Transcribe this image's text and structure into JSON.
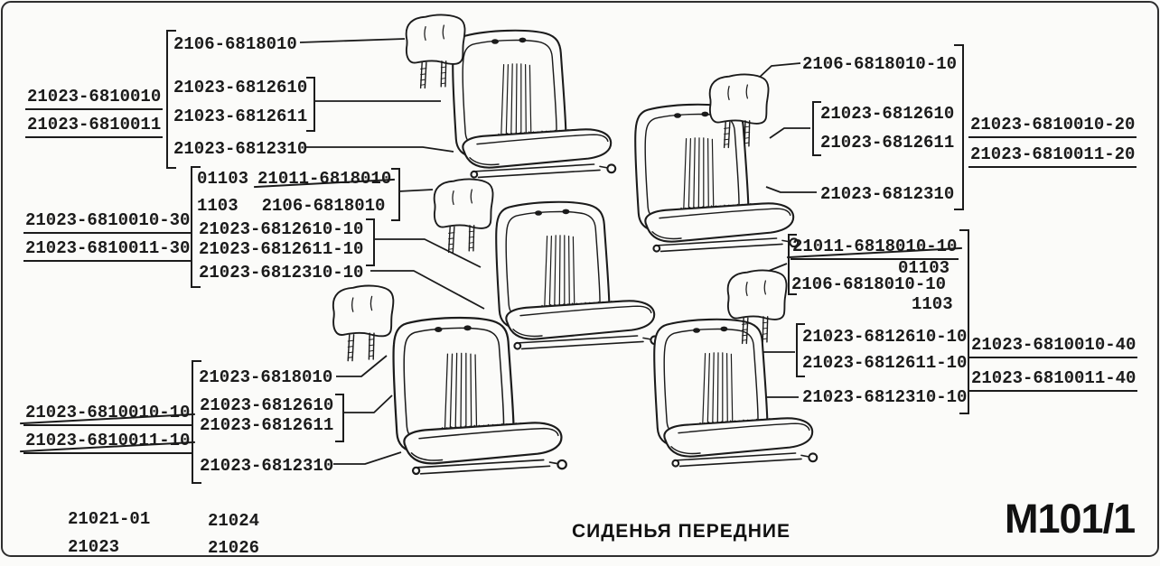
{
  "caption": {
    "title": "СИДЕНЬЯ ПЕРЕДНИЕ",
    "sheet_code": "M101/1"
  },
  "footer_models": [
    "21021-01",
    "21023",
    "21024",
    "21026"
  ],
  "colors": {
    "ink": "#1b1b1b",
    "paper": "#fbfbf9"
  },
  "groups": {
    "top_left": {
      "headrest": "2106-6818010",
      "backrest_a": "21023-6812610",
      "backrest_b": "21023-6812611",
      "cushion": "21023-6812310",
      "assembly_a": "21023-6810010",
      "assembly_b": "21023-6810011"
    },
    "mid_left": {
      "code_a": "01103",
      "headrest_alt": "21011-6818010",
      "code_b": "1103",
      "headrest": "2106-6818010",
      "backrest_a": "21023-6812610-10",
      "backrest_b": "21023-6812611-10",
      "cushion": "21023-6812310-10",
      "assembly_a": "21023-6810010-30",
      "assembly_b": "21023-6810011-30"
    },
    "bottom_left": {
      "headrest": "21023-6818010",
      "backrest_a": "21023-6812610",
      "backrest_b": "21023-6812611",
      "cushion": "21023-6812310",
      "assembly_a": "21023-6810010-10",
      "assembly_b": "21023-6810011-10"
    },
    "top_right": {
      "headrest": "2106-6818010-10",
      "backrest_a": "21023-6812610",
      "backrest_b": "21023-6812611",
      "cushion": "21023-6812310",
      "assembly_a": "21023-6810010-20",
      "assembly_b": "21023-6810011-20"
    },
    "mid_right": {
      "headrest_alt": "21011-6818010-10",
      "code_a": "01103",
      "headrest": "2106-6818010-10",
      "code_b": "1103",
      "backrest_a": "21023-6812610-10",
      "backrest_b": "21023-6812611-10",
      "cushion": "21023-6812310-10",
      "assembly_a": "21023-6810010-40",
      "assembly_b": "21023-6810011-40"
    }
  }
}
